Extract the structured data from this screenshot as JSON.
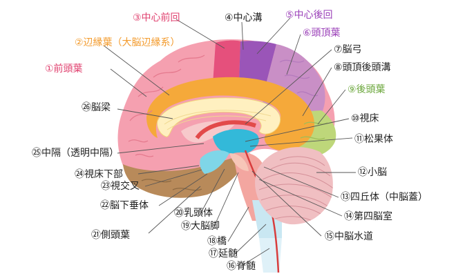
{
  "colors": {
    "frontal": "#f5a0b0",
    "limbic": "#f5a93a",
    "precentral": "#e5507c",
    "central": "#9a55b8",
    "parietal": "#c98fc6",
    "occipital": "#bed77a",
    "temporal": "#b88a5a",
    "cerebellum": "#f0bfc2",
    "corpus": "#fff0c0",
    "thalamus": "#33b9d9",
    "hypothal": "#7fd6e8",
    "midbrain": "#f7c6b8",
    "pons": "#f3a6a0",
    "medulla": "#c9e7f2",
    "spine": "#dff1f8",
    "aqueduct": "#d83c3c",
    "leader": "#555555",
    "text_dark": "#222222",
    "label_pink": "#e0416f",
    "label_orange": "#f39a2b",
    "label_purple": "#9a3fb8",
    "label_green": "#6aa63a"
  },
  "labels": {
    "l1": "①前頭葉",
    "l2": "②辺縁葉（大脳辺縁系）",
    "l3": "③中心前回",
    "l4": "④中心溝",
    "l5": "⑤中心後回",
    "l6": "⑥頭頂葉",
    "l7": "⑦脳弓",
    "l8": "⑧頭頂後頭溝",
    "l9": "⑨後頭葉",
    "l10": "⑩視床",
    "l11": "⑪松果体",
    "l12": "⑫小脳",
    "l13": "⑬四丘体（中脳蓋）",
    "l14": "⑭第四脳室",
    "l15": "⑮中脳水道",
    "l16": "⑯脊髄",
    "l17": "⑰延髄",
    "l18": "⑱橋",
    "l19": "⑲大脳脚",
    "l20": "⑳乳頭体",
    "l21": "㉑側頭葉",
    "l22": "㉒脳下垂体",
    "l23": "㉓視交叉",
    "l24": "㉔視床下部",
    "l25": "㉕中隔（透明中隔）",
    "l26": "㉖脳梁"
  }
}
